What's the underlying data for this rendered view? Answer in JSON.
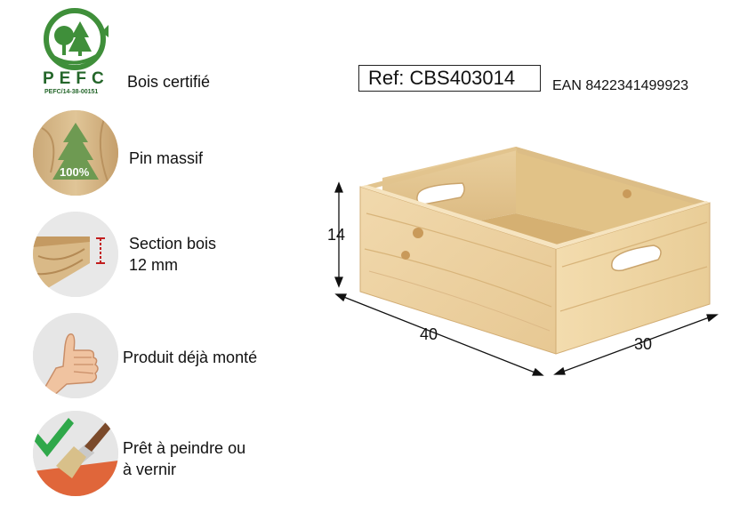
{
  "brand": {
    "logo_text": "PEFC",
    "logo_code": "PEFC/14-38-00151",
    "colors": {
      "green": "#3f8f3a",
      "dark_green": "#24662a",
      "wood": "#e7cf9f",
      "check_green": "#2fa84a"
    }
  },
  "features": [
    {
      "label": "Bois certifié",
      "icon": "pefc-logo"
    },
    {
      "label": "Pin massif",
      "icon": "tree-icon",
      "badge": "100%"
    },
    {
      "label_lines": [
        "Section bois",
        "12 mm"
      ],
      "icon": "wood-section-icon"
    },
    {
      "label": "Produit déjà monté",
      "icon": "thumbs-up-icon"
    },
    {
      "label_lines": [
        "Prêt à peindre ou",
        "à vernir"
      ],
      "icon": "paint-brush-check-icon"
    }
  ],
  "product": {
    "ref": "Ref: CBS403014",
    "ean": "EAN 8422341499923",
    "dimensions": {
      "height": "14",
      "length": "40",
      "width": "30"
    }
  }
}
